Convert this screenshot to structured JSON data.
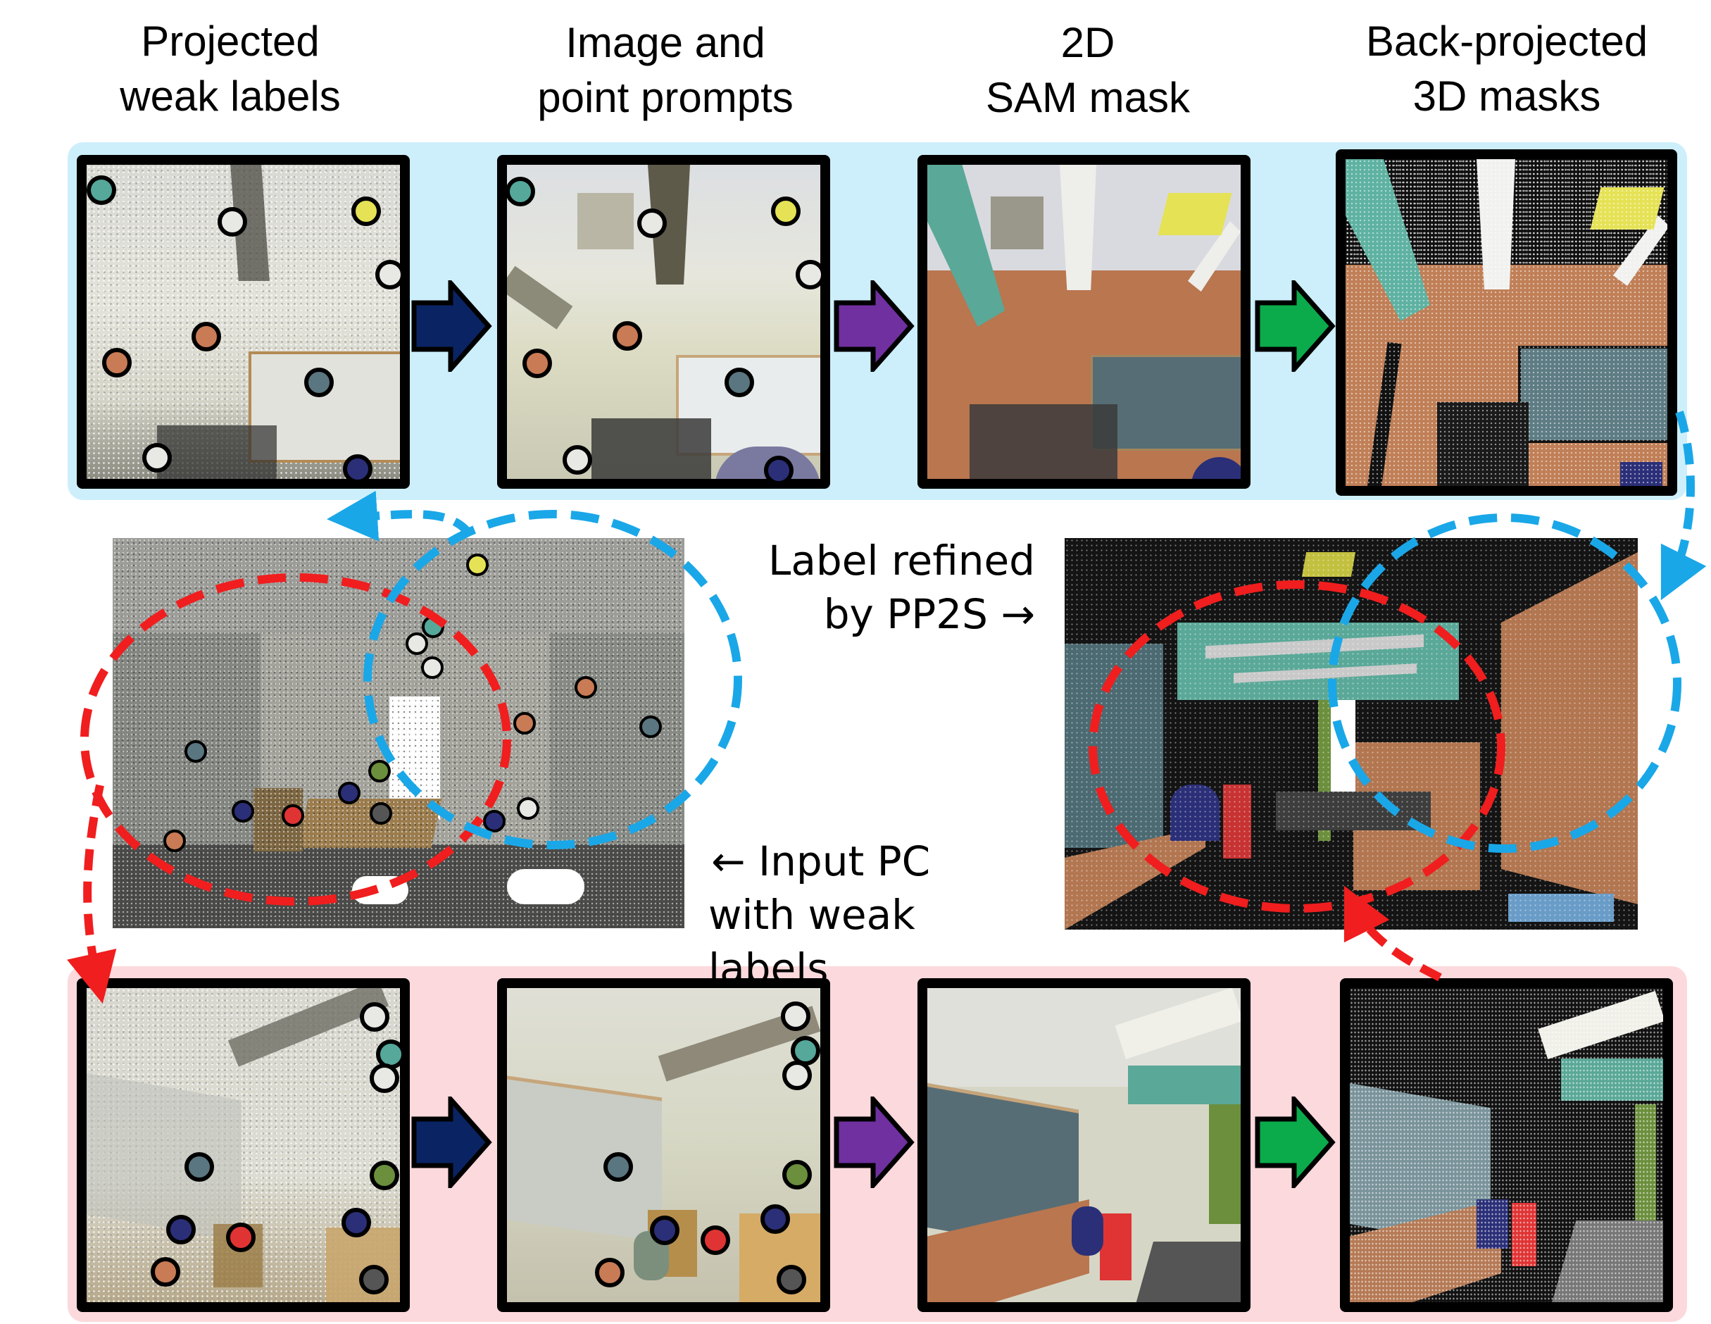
{
  "column_titles": [
    {
      "line1": "Projected",
      "line2": "weak labels"
    },
    {
      "line1": "Image and",
      "line2": "point prompts"
    },
    {
      "line1": "2D",
      "line2": "SAM mask"
    },
    {
      "line1": "Back-projected",
      "line2": "3D masks"
    }
  ],
  "captions": {
    "refined_line1": "Label refined",
    "refined_line2": "by PP2S →",
    "input_line1": "← Input PC",
    "input_line2": "with weak labels"
  },
  "colors": {
    "band_top": "#cdeffc",
    "band_bottom": "#fcd9dc",
    "arrow_step1": "#0a2463",
    "arrow_step2": "#7030a0",
    "arrow_step3": "#0bab4b",
    "loop_blue": "#1aa7e8",
    "loop_red": "#f01e1e"
  },
  "label_classes": {
    "teal": "#55a89a",
    "white": "#e8e8e4",
    "yellow": "#e5e255",
    "orange": "#c87b55",
    "slate": "#5a7680",
    "navy": "#2b2f78",
    "red": "#e03434",
    "olive": "#6b8f3c",
    "gray": "#555555"
  },
  "rows": [
    {
      "name": "top-view",
      "band": "blue"
    },
    {
      "name": "bottom-view",
      "band": "pink"
    }
  ]
}
